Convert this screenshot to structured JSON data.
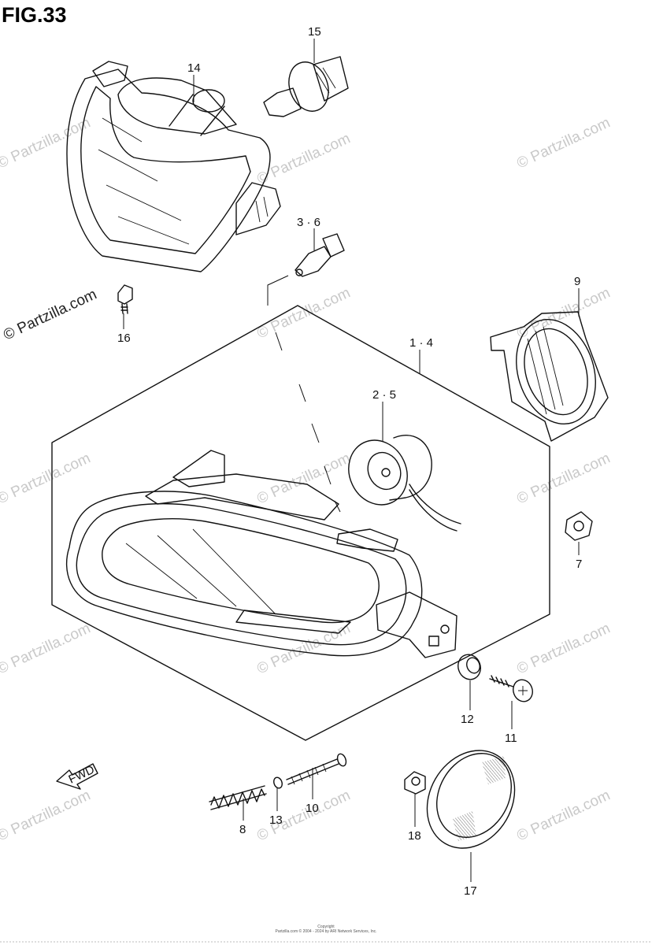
{
  "figure": {
    "title": "FIG.33"
  },
  "callouts": [
    {
      "id": "15",
      "text": "15"
    },
    {
      "id": "14",
      "text": "14"
    },
    {
      "id": "3-6",
      "text": "3 · 6"
    },
    {
      "id": "9",
      "text": "9"
    },
    {
      "id": "16",
      "text": "16"
    },
    {
      "id": "1-4",
      "text": "1 · 4"
    },
    {
      "id": "2-5",
      "text": "2 · 5"
    },
    {
      "id": "7",
      "text": "7"
    },
    {
      "id": "12",
      "text": "12"
    },
    {
      "id": "11",
      "text": "11"
    },
    {
      "id": "8",
      "text": "8"
    },
    {
      "id": "13",
      "text": "13"
    },
    {
      "id": "10",
      "text": "10"
    },
    {
      "id": "18",
      "text": "18"
    },
    {
      "id": "17",
      "text": "17"
    }
  ],
  "arrow": {
    "text": "FWD"
  },
  "watermark": {
    "text": "© Partzilla.com"
  },
  "copyright": {
    "line1": "Copyright",
    "line2": "Partzilla.com © 2004 - 2024 by ARI Network Services, Inc."
  }
}
